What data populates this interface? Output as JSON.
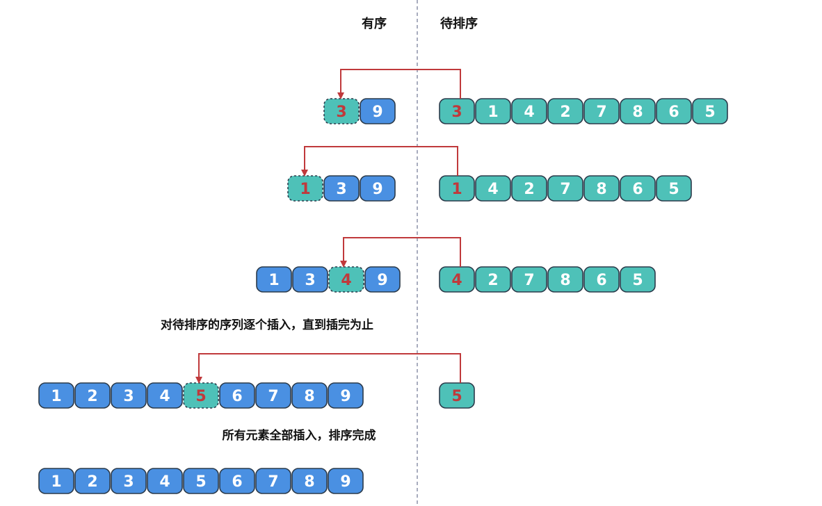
{
  "headers": {
    "sorted": "有序",
    "unsorted": "待排序"
  },
  "colors": {
    "sorted_fill": "#4a90e2",
    "unsorted_fill": "#4ec1b8",
    "cell_stroke": "#2b3a4a",
    "arrow": "#c0393b",
    "highlight_text": "#c0393b",
    "cell_text": "#ffffff",
    "divider": "#8b90a8",
    "caption": "#111111"
  },
  "steps": [
    {
      "sorted": [
        "3",
        "9"
      ],
      "inserted_index": 0,
      "unsorted": [
        "3",
        "1",
        "4",
        "2",
        "7",
        "8",
        "6",
        "5"
      ]
    },
    {
      "sorted": [
        "1",
        "3",
        "9"
      ],
      "inserted_index": 0,
      "unsorted": [
        "1",
        "4",
        "2",
        "7",
        "8",
        "6",
        "5"
      ]
    },
    {
      "sorted": [
        "1",
        "3",
        "4",
        "9"
      ],
      "inserted_index": 2,
      "unsorted": [
        "4",
        "2",
        "7",
        "8",
        "6",
        "5"
      ]
    },
    {
      "caption": "对待排序的序列逐个插入，直到插完为止",
      "sorted": [
        "1",
        "2",
        "3",
        "4",
        "5",
        "6",
        "7",
        "8",
        "9"
      ],
      "inserted_index": 4,
      "unsorted": [
        "5"
      ]
    },
    {
      "caption": "所有元素全部插入，排序完成",
      "sorted": [
        "1",
        "2",
        "3",
        "4",
        "5",
        "6",
        "7",
        "8",
        "9"
      ],
      "inserted_index": null,
      "unsorted": []
    }
  ]
}
